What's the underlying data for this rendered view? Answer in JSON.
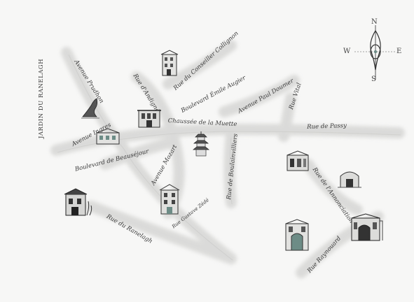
{
  "map": {
    "side_label": "JARDIN DU RANELAGH",
    "streets": [
      "Avenue Prudhon",
      "Rue du Conseiller Collignon",
      "Rue d'Andigné",
      "Boulevard Émile Augier",
      "Avenue Paul Doumer",
      "Rue Vital",
      "Chaussée de la Muette",
      "Rue de Passy",
      "Avenue Ingres",
      "Boulevard de Beauséjour",
      "Avenue Mozart",
      "Rue de Boulainvilliers",
      "Rue de l'Annonciation",
      "Rue Gustave Zédé",
      "Rue du Ranelagh",
      "Rue Raynouard"
    ]
  },
  "compass": {
    "north": "N",
    "south": "S",
    "east": "E",
    "west": "W"
  },
  "colors": {
    "paper": "#f7f7f6",
    "ink": "#3a3a3a",
    "road": "#d8d8d6",
    "accent": "#6d8c86"
  },
  "icons": [
    "compass-rose-icon",
    "building-sketch-icon",
    "pagoda-icon",
    "statue-icon",
    "church-icon"
  ]
}
